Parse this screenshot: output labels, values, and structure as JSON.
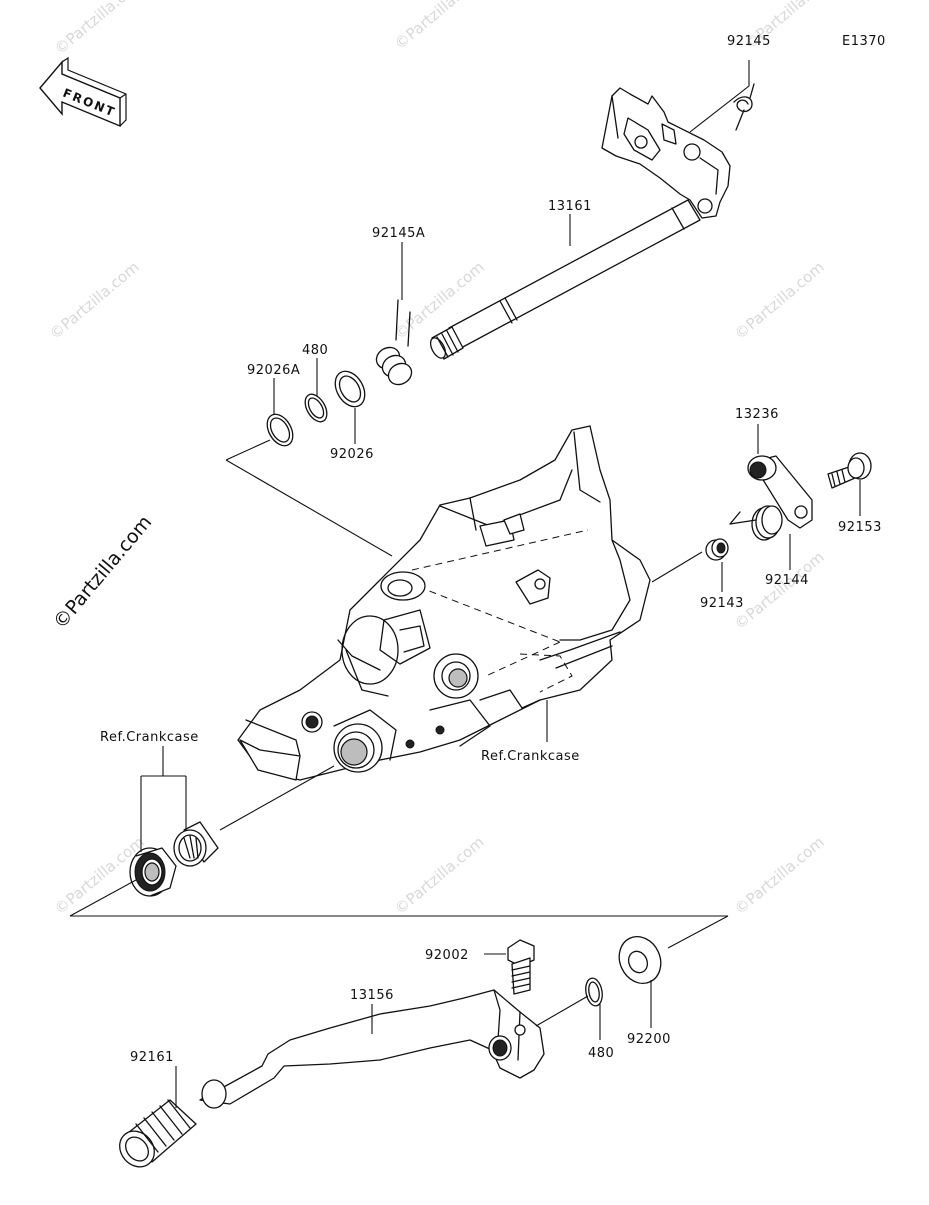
{
  "diagram": {
    "code": "E1370",
    "front_label": "FRONT",
    "watermark": "©Partzilla.com",
    "callouts": {
      "p92145": "92145",
      "p13161": "13161",
      "p92145A": "92145A",
      "p480_top": "480",
      "p92026A": "92026A",
      "p92026": "92026",
      "p13236": "13236",
      "p92153": "92153",
      "p92144": "92144",
      "p92143": "92143",
      "ref_crankcase_left": "Ref.Crankcase",
      "ref_crankcase_right": "Ref.Crankcase",
      "p92002": "92002",
      "p13156": "13156",
      "p92200": "92200",
      "p480_bottom": "480",
      "p92161": "92161"
    }
  }
}
